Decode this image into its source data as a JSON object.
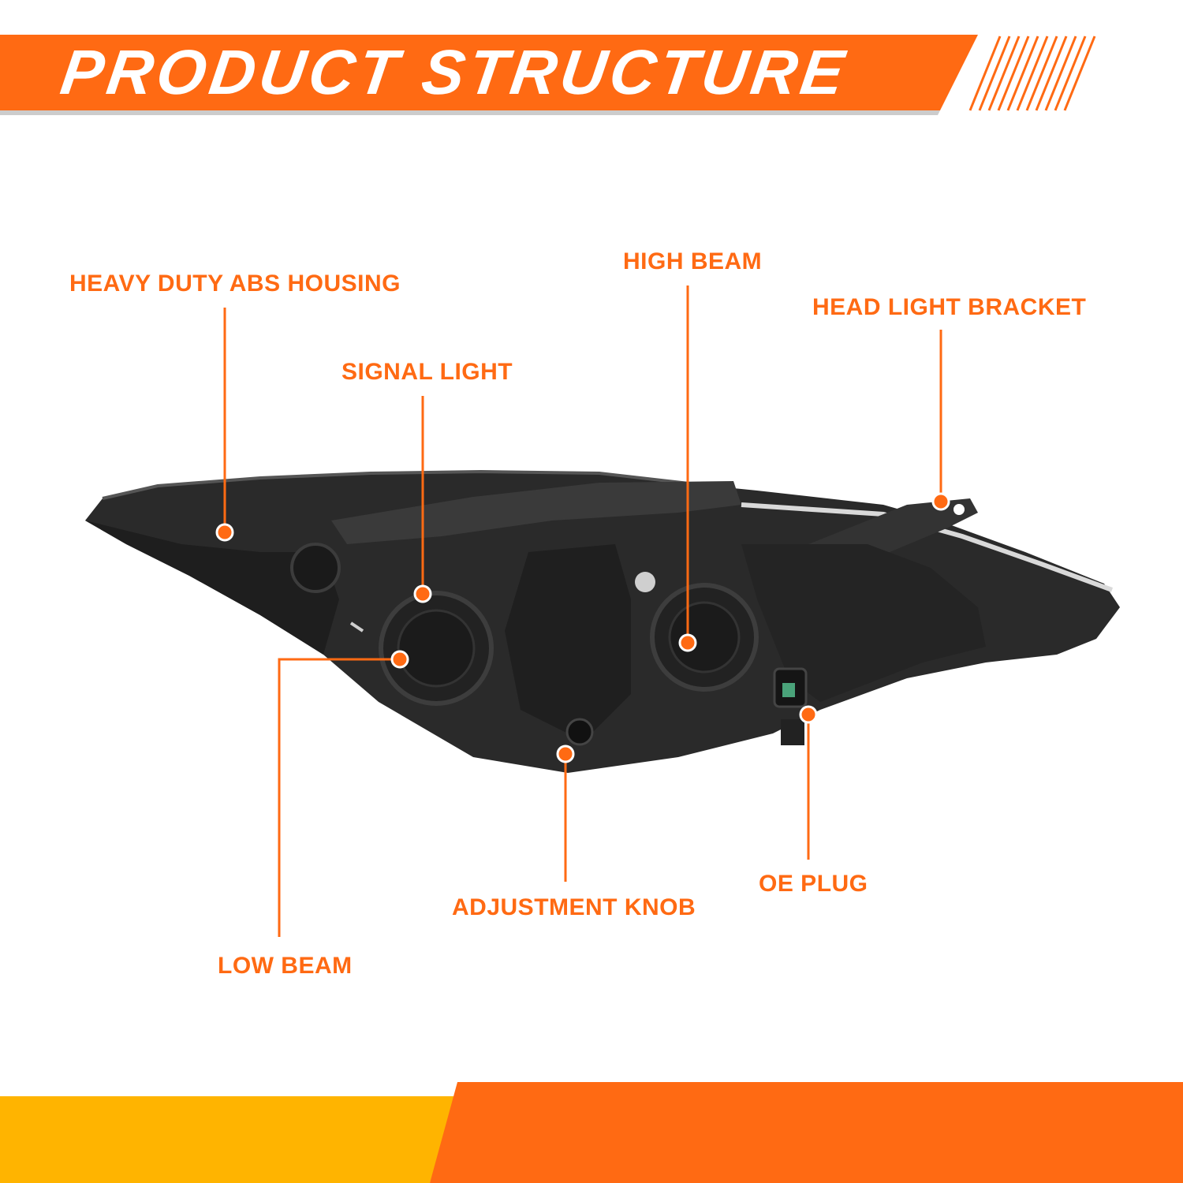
{
  "header": {
    "title": "PRODUCT STRUCTURE"
  },
  "callouts": [
    {
      "id": "housing",
      "label": "HEAVY DUTY ABS HOUSING"
    },
    {
      "id": "signal",
      "label": "SIGNAL LIGHT"
    },
    {
      "id": "high-beam",
      "label": "HIGH BEAM"
    },
    {
      "id": "bracket",
      "label": "HEAD LIGHT BRACKET"
    },
    {
      "id": "low-beam",
      "label": "LOW BEAM"
    },
    {
      "id": "knob",
      "label": "ADJUSTMENT KNOB"
    },
    {
      "id": "plug",
      "label": "OE PLUG"
    }
  ],
  "colors": {
    "accent": "#ff6a13",
    "accent_yellow": "#ffb400",
    "housing_dark": "#2a2a2a",
    "shadow_line": "#bdbdbd"
  }
}
